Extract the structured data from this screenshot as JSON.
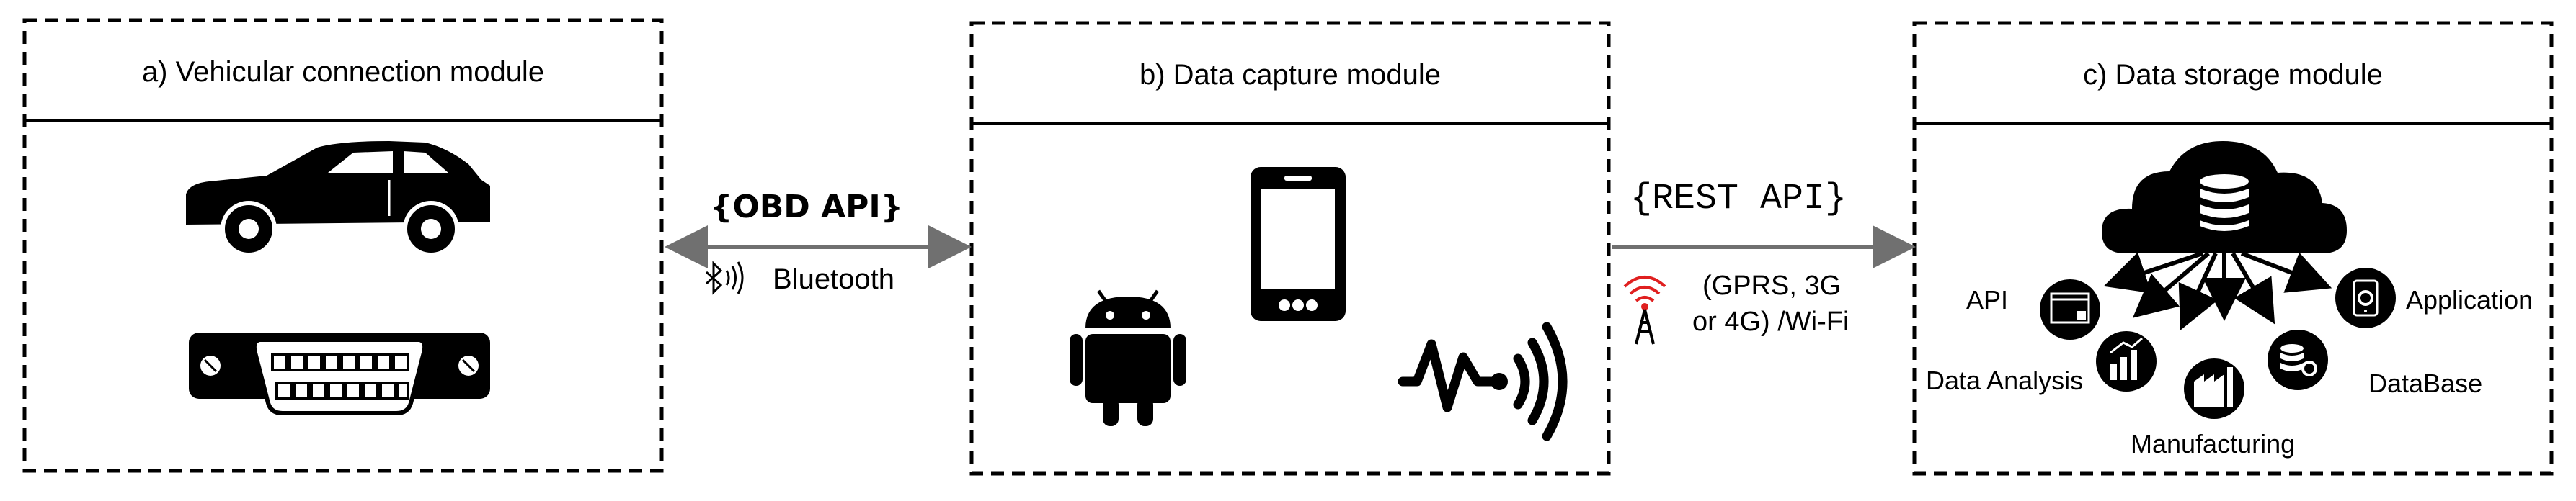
{
  "modules": {
    "a": {
      "title": "a) Vehicular connection module"
    },
    "b": {
      "title": "b) Data capture module"
    },
    "c": {
      "title": "c) Data storage module"
    }
  },
  "connections": {
    "obd": {
      "api": "{OBD API}",
      "medium": "Bluetooth"
    },
    "rest": {
      "api": "{REST API}",
      "medium_line1": "(GPRS, 3G",
      "medium_line2": "or 4G) /Wi-Fi"
    }
  },
  "storage_items": {
    "api": "API",
    "application": "Application",
    "data_analysis": "Data Analysis",
    "database": "DataBase",
    "manufacturing": "Manufacturing"
  },
  "icons": [
    "car-icon",
    "obd-connector-icon",
    "smartphone-icon",
    "android-icon",
    "signal-wave-icon",
    "bluetooth-icon",
    "antenna-icon",
    "cloud-database-icon",
    "api-icon",
    "application-icon",
    "data-analysis-icon",
    "database-icon",
    "manufacturing-icon"
  ],
  "colors": {
    "line": "#000000",
    "arrow": "#707070",
    "antenna": "#e02020"
  }
}
